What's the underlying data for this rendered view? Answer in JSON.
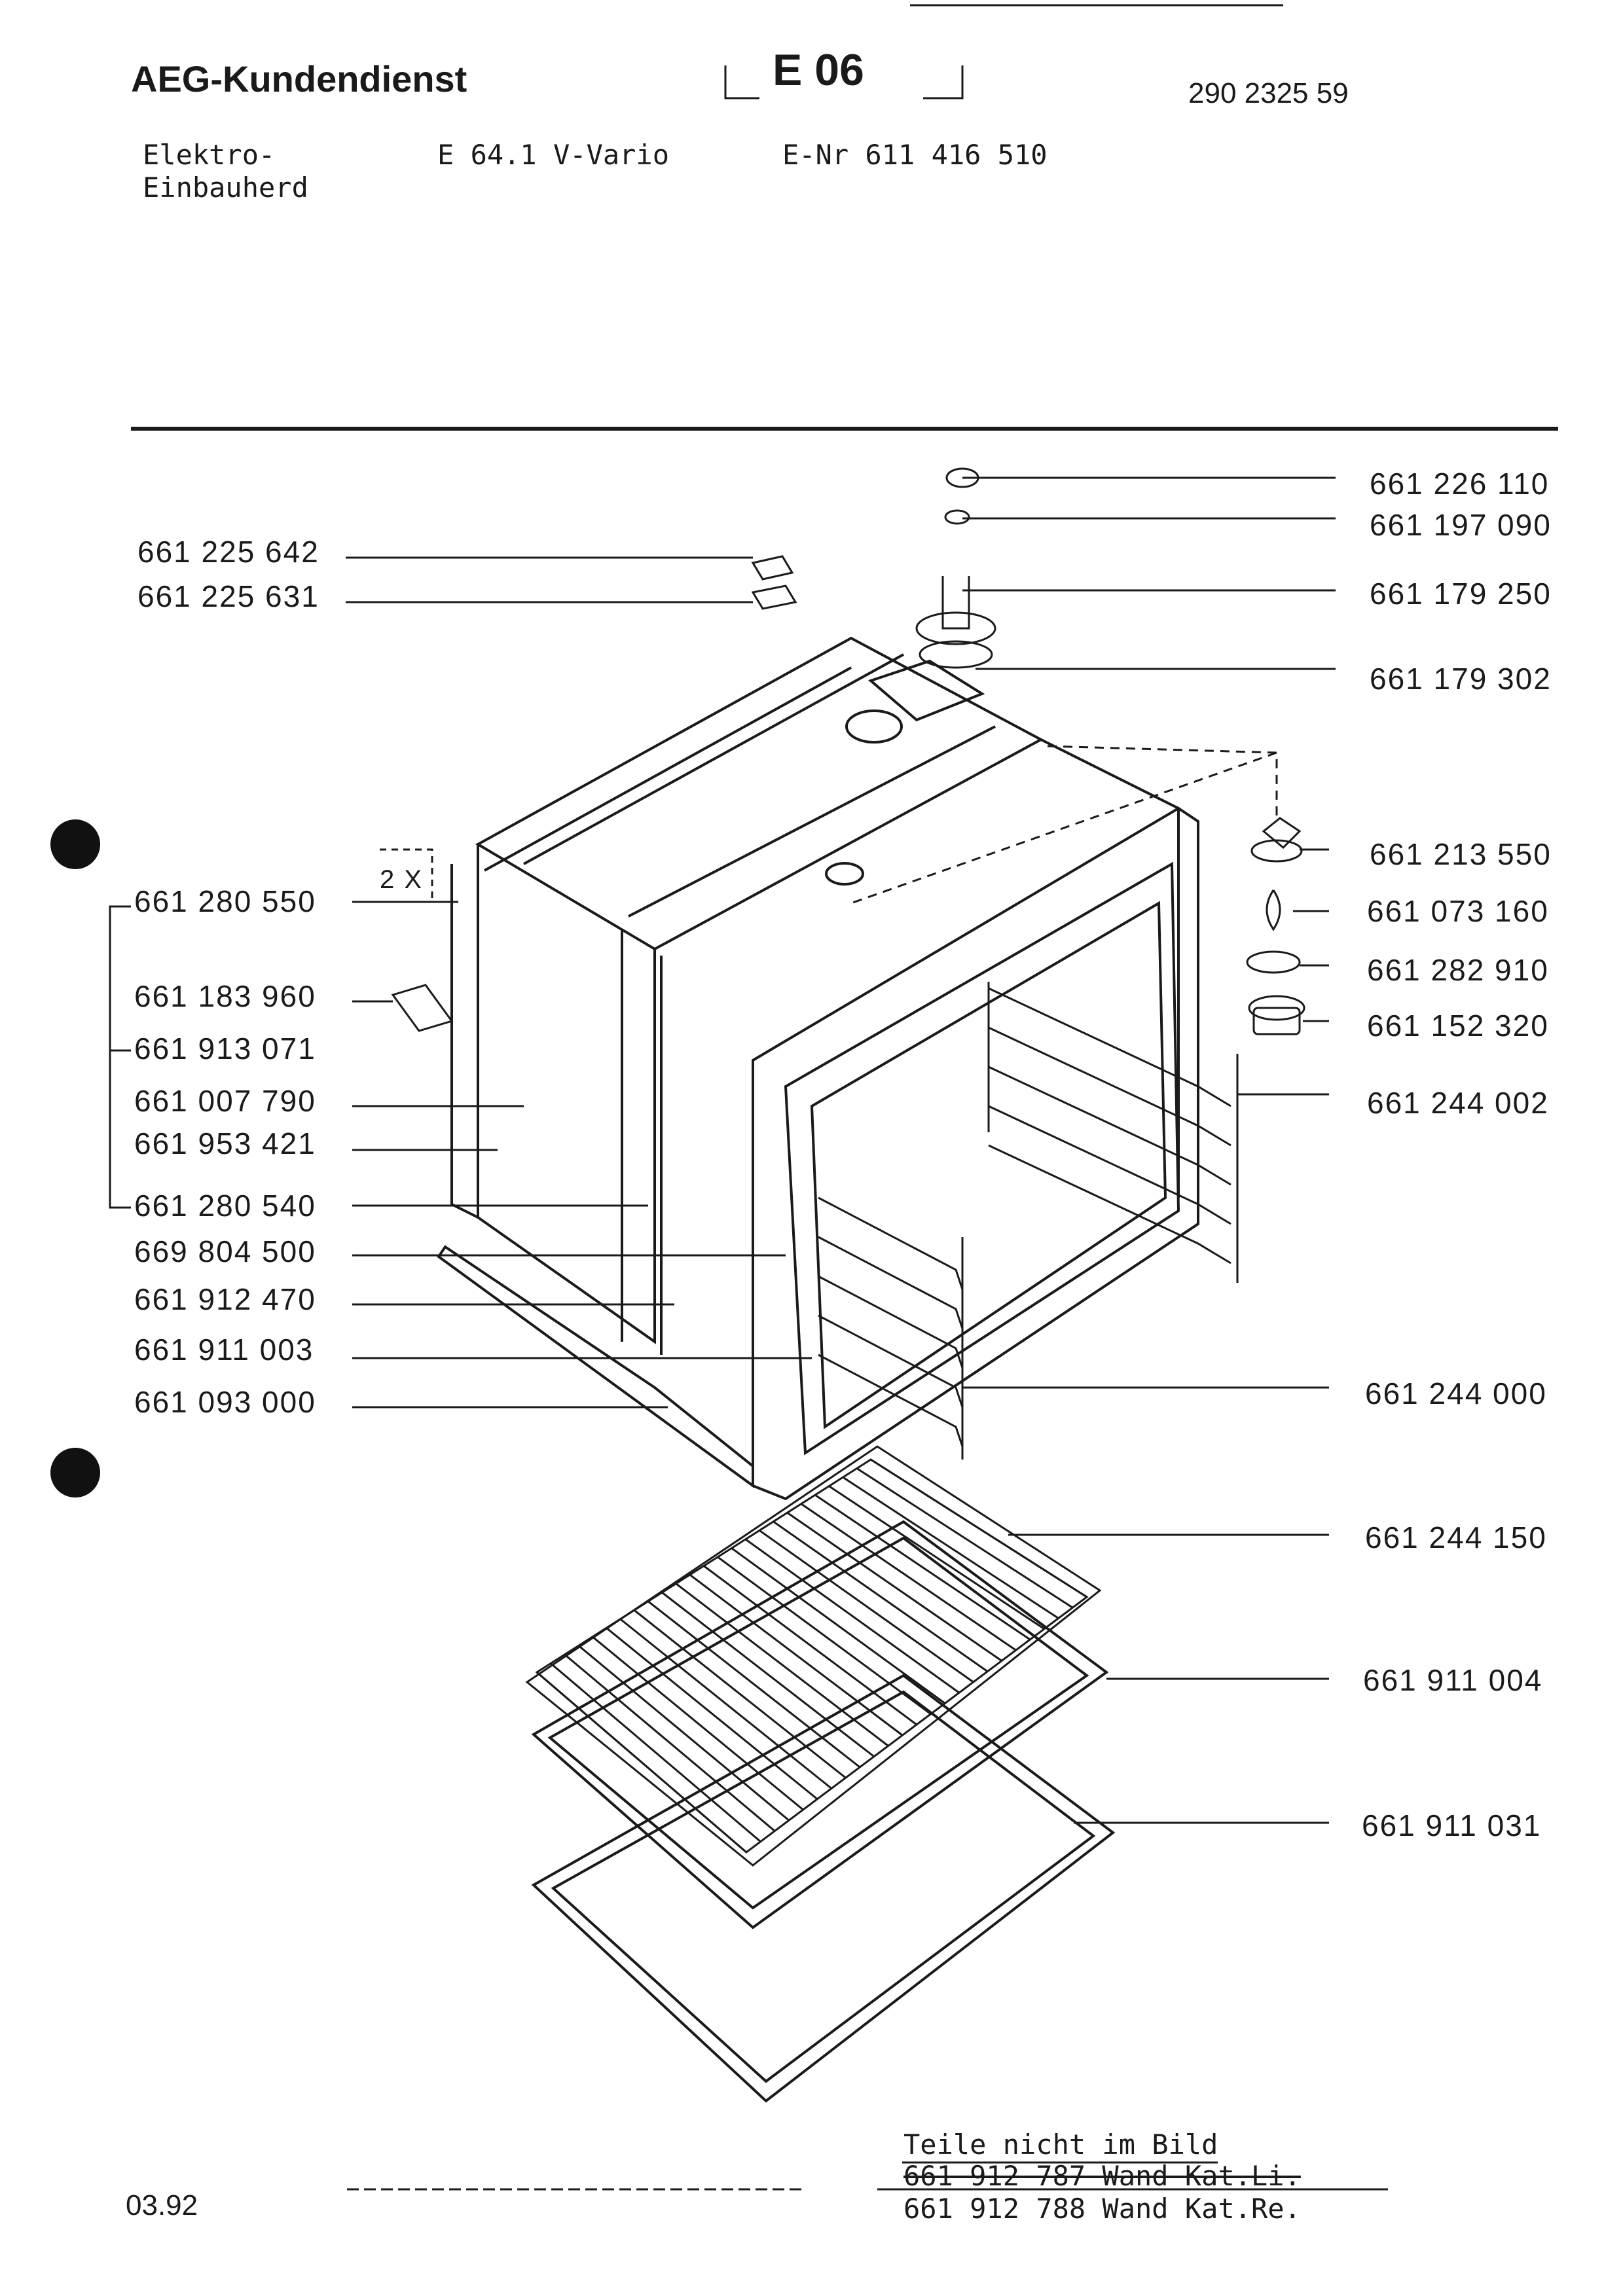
{
  "header": {
    "brand": "AEG-Kundendienst",
    "section_code": "E 06",
    "doc_number": "290 2325 59",
    "product_line1": "Elektro-",
    "product_line2": "Einbauherd",
    "model": "E 64.1  V-Vario",
    "e_nr": "E-Nr 611 416 510"
  },
  "diagram": {
    "qty_label": "2 X",
    "left_parts": [
      "661 225 642",
      "661 225 631",
      "661 280 550",
      "661 183 960",
      "661 913 071",
      "661 007 790",
      "661 953 421",
      "661 280 540",
      "669 804 500",
      "661 912 470",
      "661 911 003",
      "661 093 000"
    ],
    "right_parts": [
      "661 226 110",
      "661 197 090",
      "661 179 250",
      "661 179 302",
      "661 213 550",
      "661 073 160",
      "661 282 910",
      "661 152 320",
      "661 244 002",
      "661 244 000",
      "661 244 150",
      "661 911 004",
      "661 911 031"
    ]
  },
  "footer": {
    "date": "03.92",
    "not_shown_title": "Teile nicht im Bild",
    "not_shown_items": [
      "661 912 787 Wand Kat.Li.",
      "661 912 788 Wand Kat.Re."
    ]
  }
}
